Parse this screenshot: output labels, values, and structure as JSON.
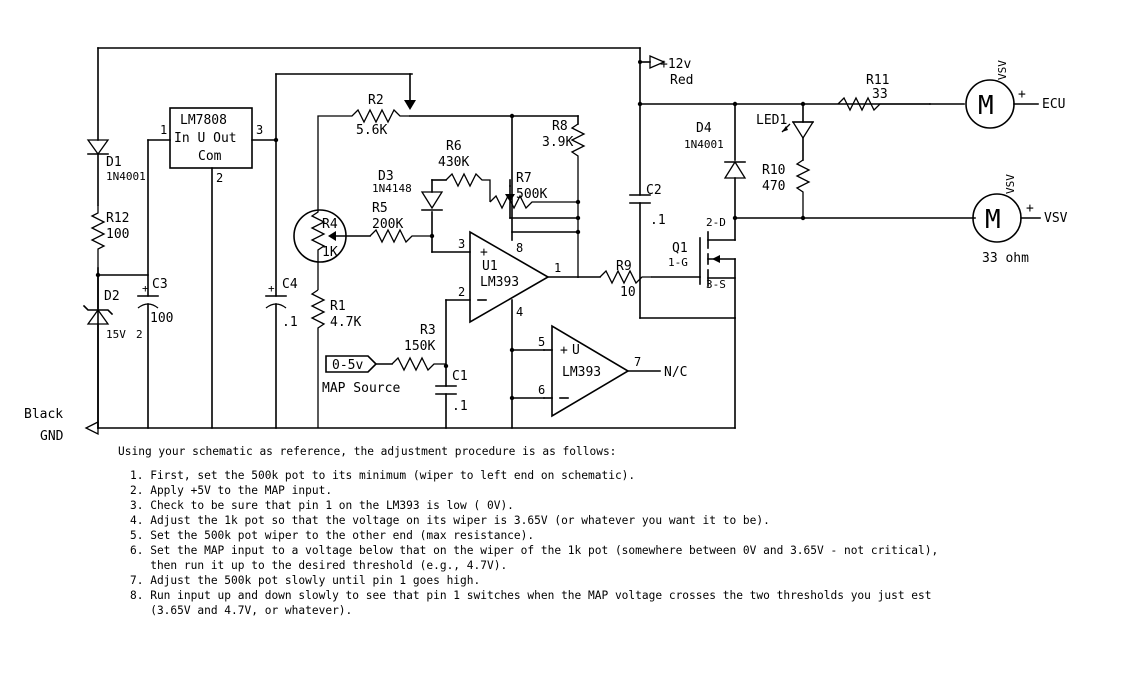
{
  "labels": {
    "v12": "+12v",
    "red": "Red",
    "black": "Black",
    "gnd": "GND",
    "ecu": "ECU",
    "vsv": "VSV",
    "ohm33": "33 ohm",
    "map_src": "0-5v",
    "map_source": "MAP Source",
    "nc": "N/C",
    "plus": "+"
  },
  "components": {
    "lm7808": {
      "name": "LM7808",
      "pins": "In U Out",
      "com": "Com",
      "p1": "1",
      "p2": "2",
      "p3": "3"
    },
    "d1": {
      "ref": "D1",
      "val": "1N4001"
    },
    "r12": {
      "ref": "R12",
      "val": "100"
    },
    "c3": {
      "ref": "C3",
      "val": "100"
    },
    "d2": {
      "ref": "D2",
      "val": "15V",
      "pin": "2"
    },
    "c4": {
      "ref": "C4",
      "val": ".1"
    },
    "r2": {
      "ref": "R2",
      "val": "5.6K"
    },
    "r4": {
      "ref": "R4",
      "val": "1K"
    },
    "r1": {
      "ref": "R1",
      "val": "4.7K"
    },
    "d3": {
      "ref": "D3",
      "val": "1N4148"
    },
    "r5": {
      "ref": "R5",
      "val": "200K"
    },
    "r6": {
      "ref": "R6",
      "val": "430K"
    },
    "r7": {
      "ref": "R7",
      "val": "500K"
    },
    "r8": {
      "ref": "R8",
      "val": "3.9K"
    },
    "u1": {
      "ref": "U1",
      "val": "LM393",
      "p3": "3",
      "p2": "2",
      "p8": "8",
      "p1": "1",
      "p4": "4"
    },
    "u2": {
      "ref": "U",
      "val": "LM393",
      "p5": "5",
      "p6": "6",
      "p7": "7"
    },
    "r3": {
      "ref": "R3",
      "val": "150K"
    },
    "c1": {
      "ref": "C1",
      "val": ".1"
    },
    "c2": {
      "ref": "C2",
      "val": ".1"
    },
    "r9": {
      "ref": "R9",
      "val": "10"
    },
    "q1": {
      "ref": "Q1",
      "d": "2-D",
      "g": "1-G",
      "s": "3-S"
    },
    "d4": {
      "ref": "D4",
      "val": "1N4001"
    },
    "led1": {
      "ref": "LED1"
    },
    "r10": {
      "ref": "R10",
      "val": "470"
    },
    "r11": {
      "ref": "R11",
      "val": "33"
    },
    "m": "M"
  },
  "procedure": {
    "intro": "Using your schematic as reference, the adjustment procedure is as follows:",
    "steps": [
      "1. First, set the 500k pot to its minimum (wiper to left end on schematic).",
      "2. Apply +5V to the MAP input.",
      "3. Check to be sure that pin 1 on the LM393 is low ( 0V).",
      "4. Adjust the 1k pot so that the voltage on its wiper is 3.65V (or whatever you want it to be).",
      "5. Set the 500k pot wiper to the other end (max resistance).",
      "6. Set the MAP input to a voltage below that on the wiper of the 1k pot (somewhere between 0V and 3.65V - not critical),\n   then run it up to the desired threshold (e.g., 4.7V).",
      "7. Adjust the 500k pot slowly until pin 1 goes high.",
      "8. Run input up and down slowly to see that pin 1 switches when the MAP voltage crosses the two thresholds you just est\n   (3.65V and 4.7V, or whatever)."
    ]
  }
}
